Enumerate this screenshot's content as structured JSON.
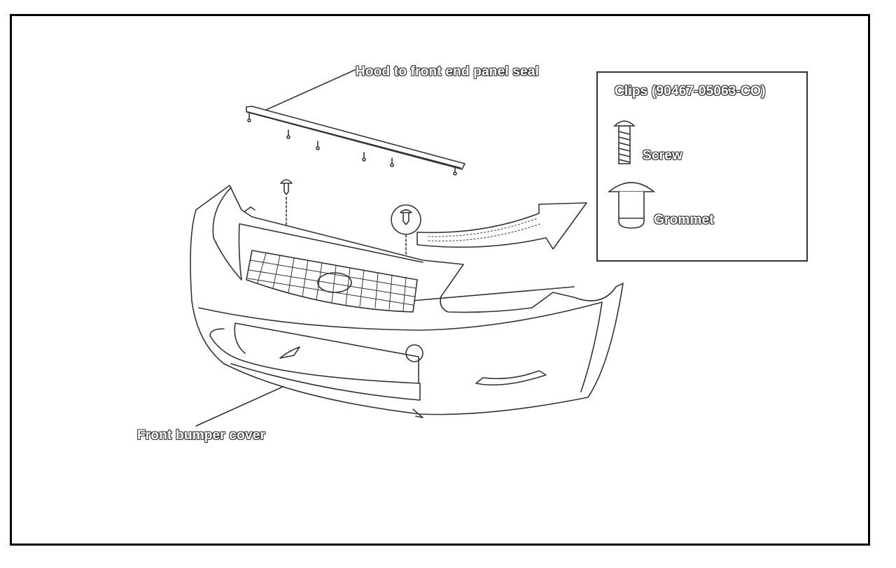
{
  "diagram": {
    "labels": {
      "seal": "Hood to front end panel seal",
      "bumper": "Front bumper cover"
    },
    "inset": {
      "title": "Clips (90467-05063-CO)",
      "items": [
        {
          "label": "Screw",
          "icon": "screw-icon"
        },
        {
          "label": "Grommet",
          "icon": "grommet-icon"
        }
      ]
    },
    "colors": {
      "line": "#333333",
      "frame": "#000000",
      "background": "#ffffff"
    }
  }
}
